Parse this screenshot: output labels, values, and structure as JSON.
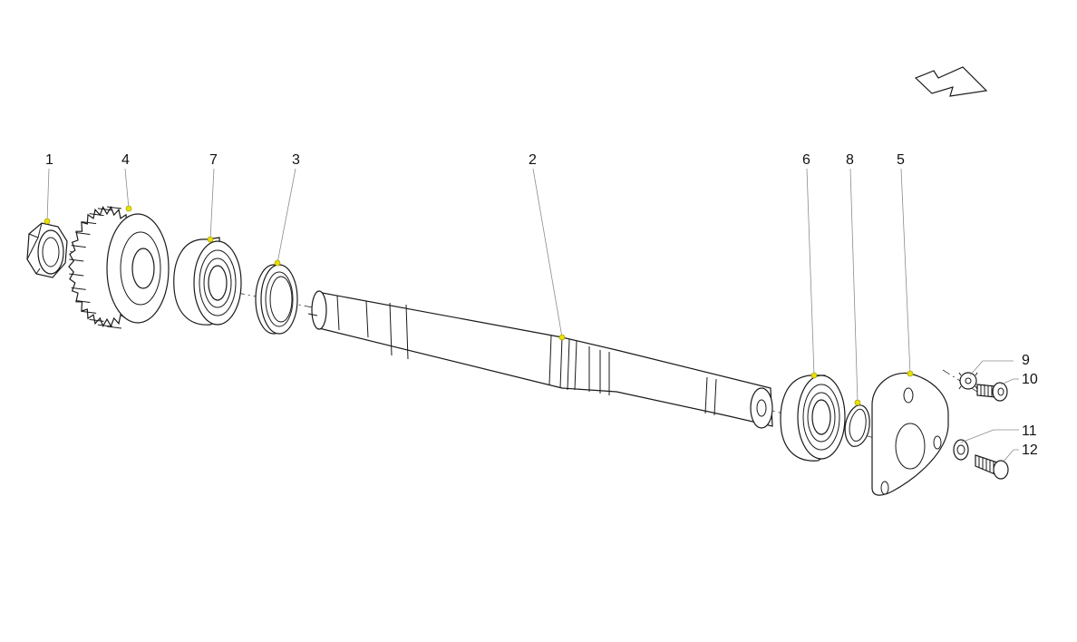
{
  "callouts": [
    {
      "id": "nut",
      "label": "1"
    },
    {
      "id": "gear",
      "label": "4"
    },
    {
      "id": "bearing-left",
      "label": "7"
    },
    {
      "id": "seal",
      "label": "3"
    },
    {
      "id": "shaft",
      "label": "2"
    },
    {
      "id": "bearing-right",
      "label": "6"
    },
    {
      "id": "snap-ring",
      "label": "8"
    },
    {
      "id": "cover-plate",
      "label": "5"
    },
    {
      "id": "lock-washer",
      "label": "9"
    },
    {
      "id": "screw-upper",
      "label": "10"
    },
    {
      "id": "washer",
      "label": "11"
    },
    {
      "id": "screw-lower",
      "label": "12"
    }
  ],
  "direction_arrow": {
    "icon": "direction-arrow-icon"
  },
  "colors": {
    "marker": "#e8e000",
    "line": "#1a1a1a",
    "leader": "#8c8c8c"
  }
}
